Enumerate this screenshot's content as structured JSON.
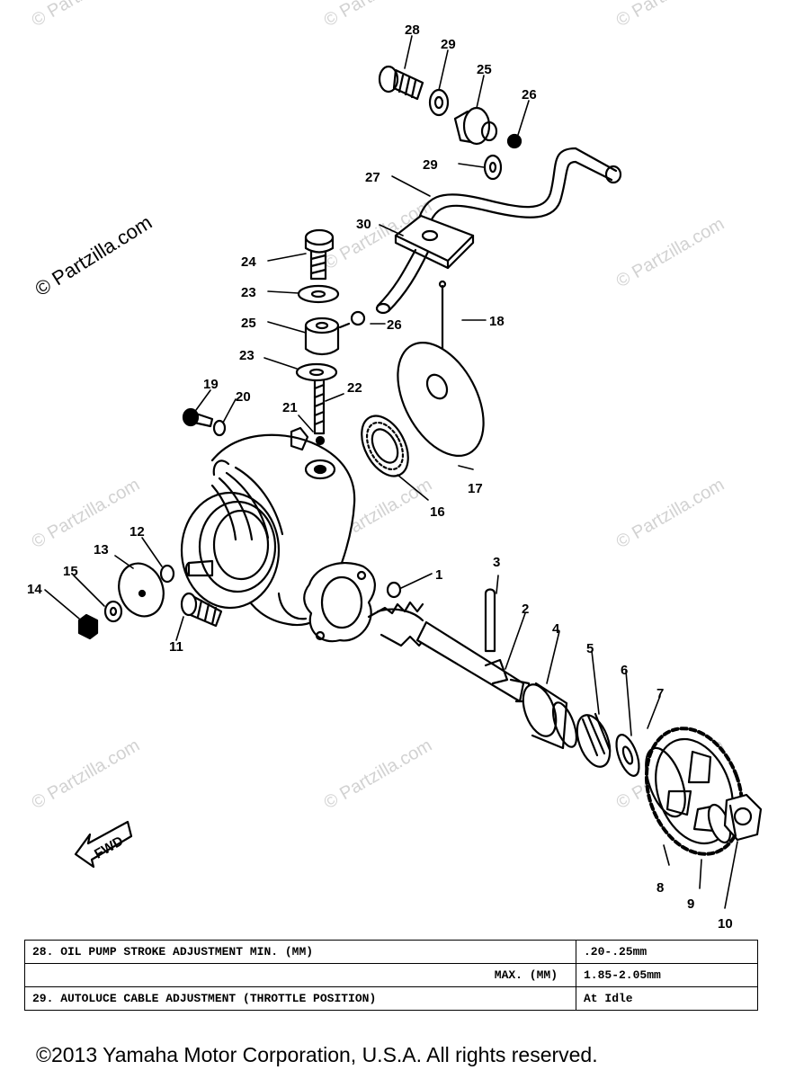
{
  "watermark": {
    "text": "© Partzilla.com",
    "corner": "© Partzilla.com"
  },
  "callouts": [
    "1",
    "2",
    "3",
    "4",
    "5",
    "6",
    "7",
    "8",
    "9",
    "10",
    "11",
    "12",
    "13",
    "14",
    "15",
    "16",
    "17",
    "18",
    "19",
    "20",
    "21",
    "22",
    "23",
    "24",
    "25",
    "26",
    "27",
    "28",
    "29",
    "30"
  ],
  "callout_extra": {
    "c23b": "23",
    "c25b": "25",
    "c26b": "26",
    "c29b": "29"
  },
  "fwd_label": "FWD",
  "spec_table": {
    "row1_label": "28. OIL PUMP STROKE ADJUSTMENT MIN. (MM)",
    "row1_value": ".20-.25mm",
    "row2_label": "MAX. (MM)",
    "row2_value": "1.85-2.05mm",
    "row3_label": "29. AUTOLUCE CABLE ADJUSTMENT (THROTTLE POSITION)",
    "row3_value": "At Idle"
  },
  "copyright": "©2013 Yamaha Motor Corporation, U.S.A. All rights reserved."
}
